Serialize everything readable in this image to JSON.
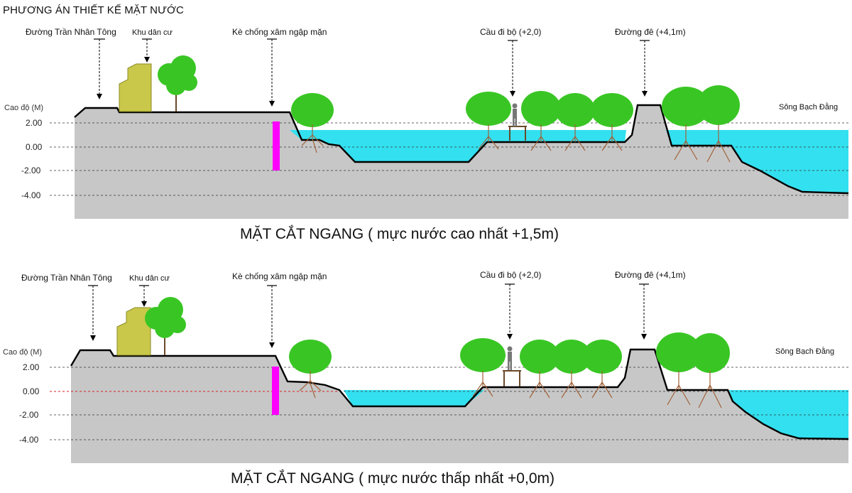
{
  "page_title": "PHƯƠNG ÁN THIẾT KẾ MẶT NƯỚC",
  "labels": {
    "road": "Đường Trần Nhân Tông",
    "residential": "Khu dân cư",
    "embankment": "Kè chống xâm ngập mặn",
    "bridge": "Cầu đi bộ (+2,0)",
    "dike_road": "Đường đê (+4,1m)",
    "river": "Sông Bạch Đằng",
    "elevation_axis": "Cao độ (M)"
  },
  "ticks": [
    "2.00",
    "0.00",
    "-2.00",
    "-4.00"
  ],
  "sections": [
    {
      "id": "high",
      "caption": "MẶT CẮT NGANG ( mực nước cao nhất +1,5m)",
      "water_level_m": 1.5
    },
    {
      "id": "low",
      "caption": "MẶT CẮT NGANG ( mực nước thấp nhất +0,0m)",
      "water_level_m": 0.0
    }
  ],
  "colors": {
    "ground": "#c7c7c7",
    "water": "#33e0ef",
    "embankment_wall": "#ff00ff",
    "building": "#c9c84a",
    "tree": "#39c624",
    "roots": "#a0623a",
    "zero_line_low": "#d42020"
  }
}
